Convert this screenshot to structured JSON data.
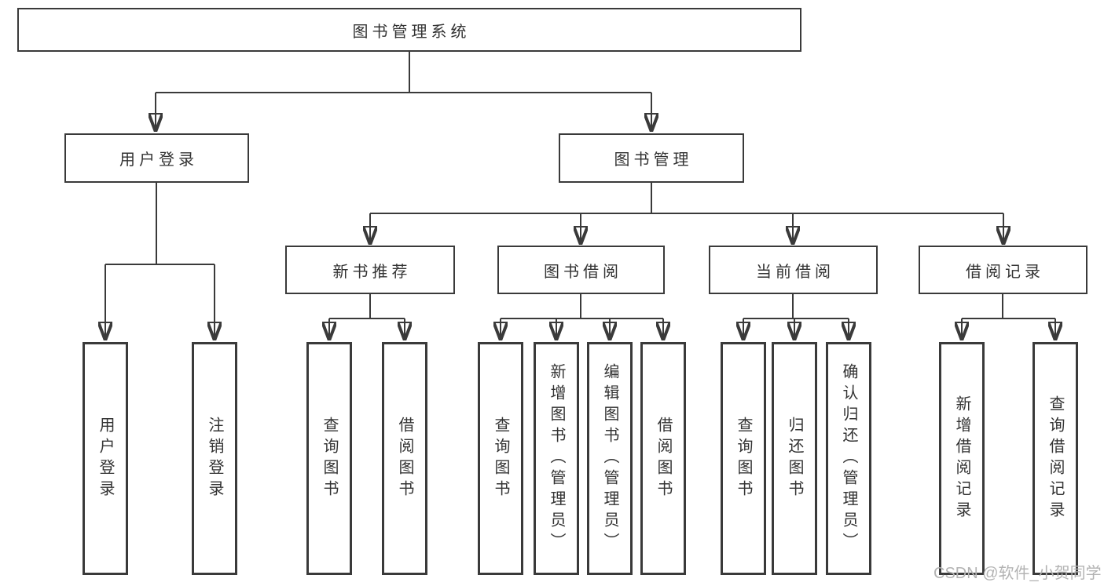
{
  "diagram": {
    "type": "hierarchy-tree",
    "tree": {
      "label": "图书管理系统",
      "children": [
        {
          "label": "用户登录",
          "children": [
            {
              "label": "用户登录"
            },
            {
              "label": "注销登录"
            }
          ]
        },
        {
          "label": "图书管理",
          "children": [
            {
              "label": "新书推荐",
              "children": [
                {
                  "label": "查询图书"
                },
                {
                  "label": "借阅图书"
                }
              ]
            },
            {
              "label": "图书借阅",
              "children": [
                {
                  "label": "查询图书"
                },
                {
                  "label": "新增图书（管理员）"
                },
                {
                  "label": "编辑图书（管理员）"
                },
                {
                  "label": "借阅图书"
                }
              ]
            },
            {
              "label": "当前借阅",
              "children": [
                {
                  "label": "查询图书"
                },
                {
                  "label": "归还图书"
                },
                {
                  "label": "确认归还（管理员）"
                }
              ]
            },
            {
              "label": "借阅记录",
              "children": [
                {
                  "label": "新增借阅记录"
                },
                {
                  "label": "查询借阅记录"
                }
              ]
            }
          ]
        }
      ]
    },
    "colors": {
      "line": "#3a3a3a",
      "box_border": "#3a3a3a",
      "box_background": "#ffffff",
      "text": "#333333",
      "watermark_text_color": "#b3b3b3"
    }
  },
  "watermark": {
    "text": "CSDN @软件_小贺同学"
  }
}
